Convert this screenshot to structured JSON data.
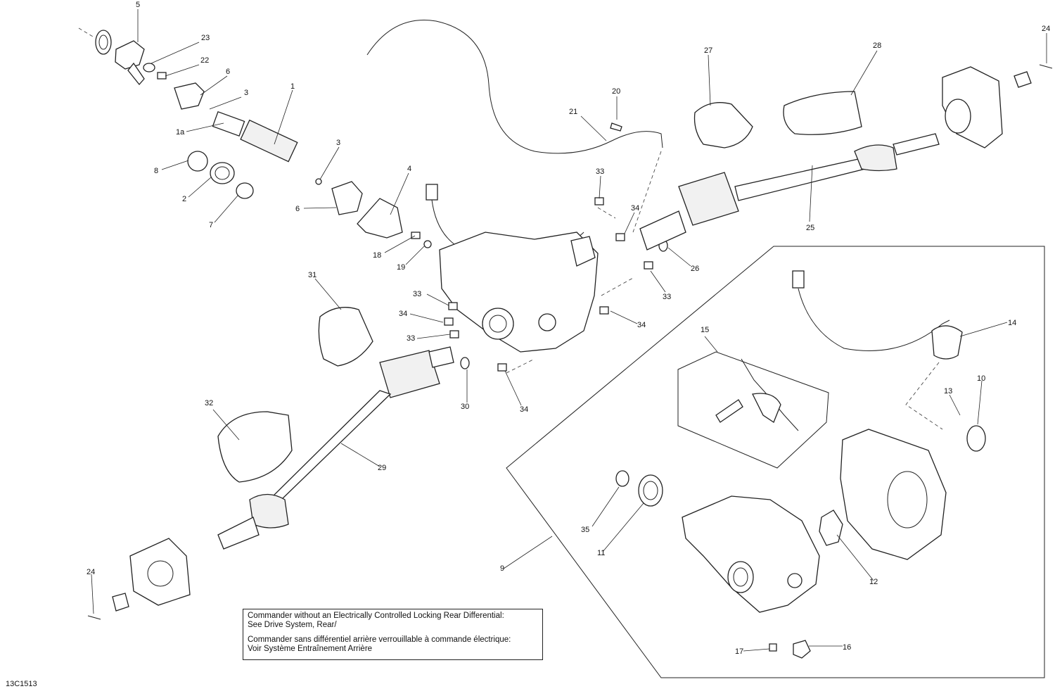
{
  "diagram": {
    "drawing_number": "13C1513",
    "callouts": [
      "5",
      "23",
      "22",
      "6",
      "3",
      "1",
      "1a",
      "8",
      "2",
      "7",
      "3",
      "6",
      "4",
      "18",
      "19",
      "20",
      "21",
      "33",
      "34",
      "27",
      "28",
      "24",
      "25",
      "26",
      "33",
      "31",
      "33",
      "34",
      "33",
      "34",
      "30",
      "34",
      "32",
      "29",
      "15",
      "14",
      "13",
      "10",
      "35",
      "11",
      "9",
      "12",
      "24",
      "17",
      "16"
    ],
    "note": {
      "en_line1": "Commander without an Electrically Controlled Locking Rear Differential:",
      "en_line2": "See Drive System, Rear/",
      "fr_line1": "Commander sans différentiel arrière verrouillable à commande électrique:",
      "fr_line2": "Voir Système Entraînement Arrière"
    }
  }
}
